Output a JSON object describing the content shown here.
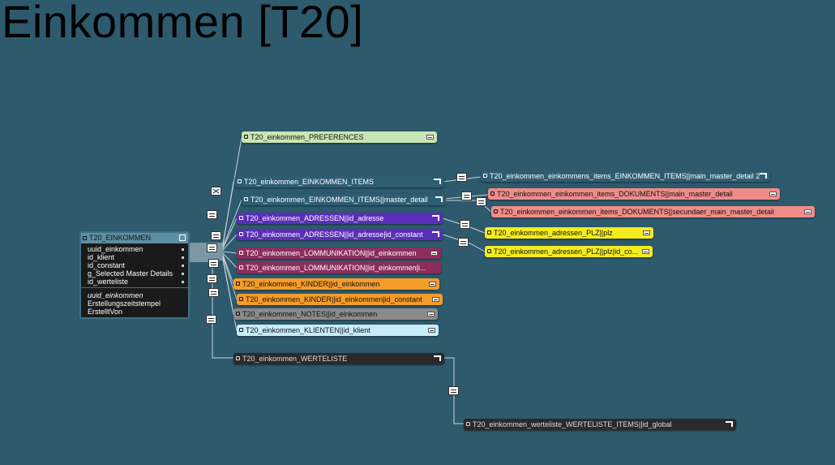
{
  "title": "Einkommen [T20]",
  "main_table": {
    "name": "T20_EINKOMMEN",
    "key_fields": [
      "uuid_einkommen",
      "id_klient",
      "id_constant",
      "g_Selected Master Details",
      "id_werteliste"
    ],
    "other_fields": [
      "uuid_einkommen",
      "Erstellungszeitstempel",
      "ErstelltVon"
    ]
  },
  "occurrences": [
    {
      "label": "T20_einkommen_PREFERENCES",
      "color": "#c8e6b4",
      "text": "#111"
    },
    {
      "label": "T20_einkommen_EINKOMMEN_ITEMS",
      "color": "#2e5d72",
      "text": "#fff"
    },
    {
      "label": "T20_einkommen_EINKOMMEN_ITEMS||master_detail",
      "color": "#2e5d72",
      "text": "#fff"
    },
    {
      "label": "T20_einkommen_ADRESSEN||id_adresse",
      "color": "#5a2fb8",
      "text": "#fff"
    },
    {
      "label": "T20_einkommen_ADRESSEN||id_adresse|id_constant",
      "color": "#5a2fb8",
      "text": "#fff"
    },
    {
      "label": "T20_einkommen_LOMMUNIKATION||id_einkommen",
      "color": "#8c2e5c",
      "text": "#fff"
    },
    {
      "label": "T20_einkommen_LOMMUNIKATION||id_einkommen|i...",
      "color": "#8c2e5c",
      "text": "#fff"
    },
    {
      "label": "T20_einkommen_KINDER||id_einkommen",
      "color": "#f59c28",
      "text": "#111"
    },
    {
      "label": "T20_einkommen_KINDER||id_einkommen|id_constant",
      "color": "#f59c28",
      "text": "#111"
    },
    {
      "label": "T20_einkommen_NOTES||id_einkommen",
      "color": "#8a8a8a",
      "text": "#111"
    },
    {
      "label": "T20_einkommen_KLIENTEN||id_klient",
      "color": "#c8ecf8",
      "text": "#111"
    },
    {
      "label": "T20_einkommen_WERTELISTE",
      "color": "#2a2a2a",
      "text": "#ddd"
    },
    {
      "label": "T20_einkommen_einkommens_items_EINKOMMEN_ITEMS||main_master_detail 2",
      "color": "#2e5d72",
      "text": "#fff"
    },
    {
      "label": "T20_einkommen_einkommen_items_DOKUMENTS||main_master_detail",
      "color": "#f08c88",
      "text": "#111"
    },
    {
      "label": "T20_einkommen_einkommen_items_DOKUMENTS||secundaer_main_master_detail",
      "color": "#f08c88",
      "text": "#111"
    },
    {
      "label": "T20_einkommen_adressen_PLZ||plz",
      "color": "#f5ec1e",
      "text": "#111"
    },
    {
      "label": "T20_einkommen_adressen_PLZ||plz|id_co...",
      "color": "#f5ec1e",
      "text": "#111"
    },
    {
      "label": "T20_einkommen_werteliste_WERTELISTE_ITEMS||id_global",
      "color": "#2a2a2a",
      "text": "#ddd"
    }
  ]
}
